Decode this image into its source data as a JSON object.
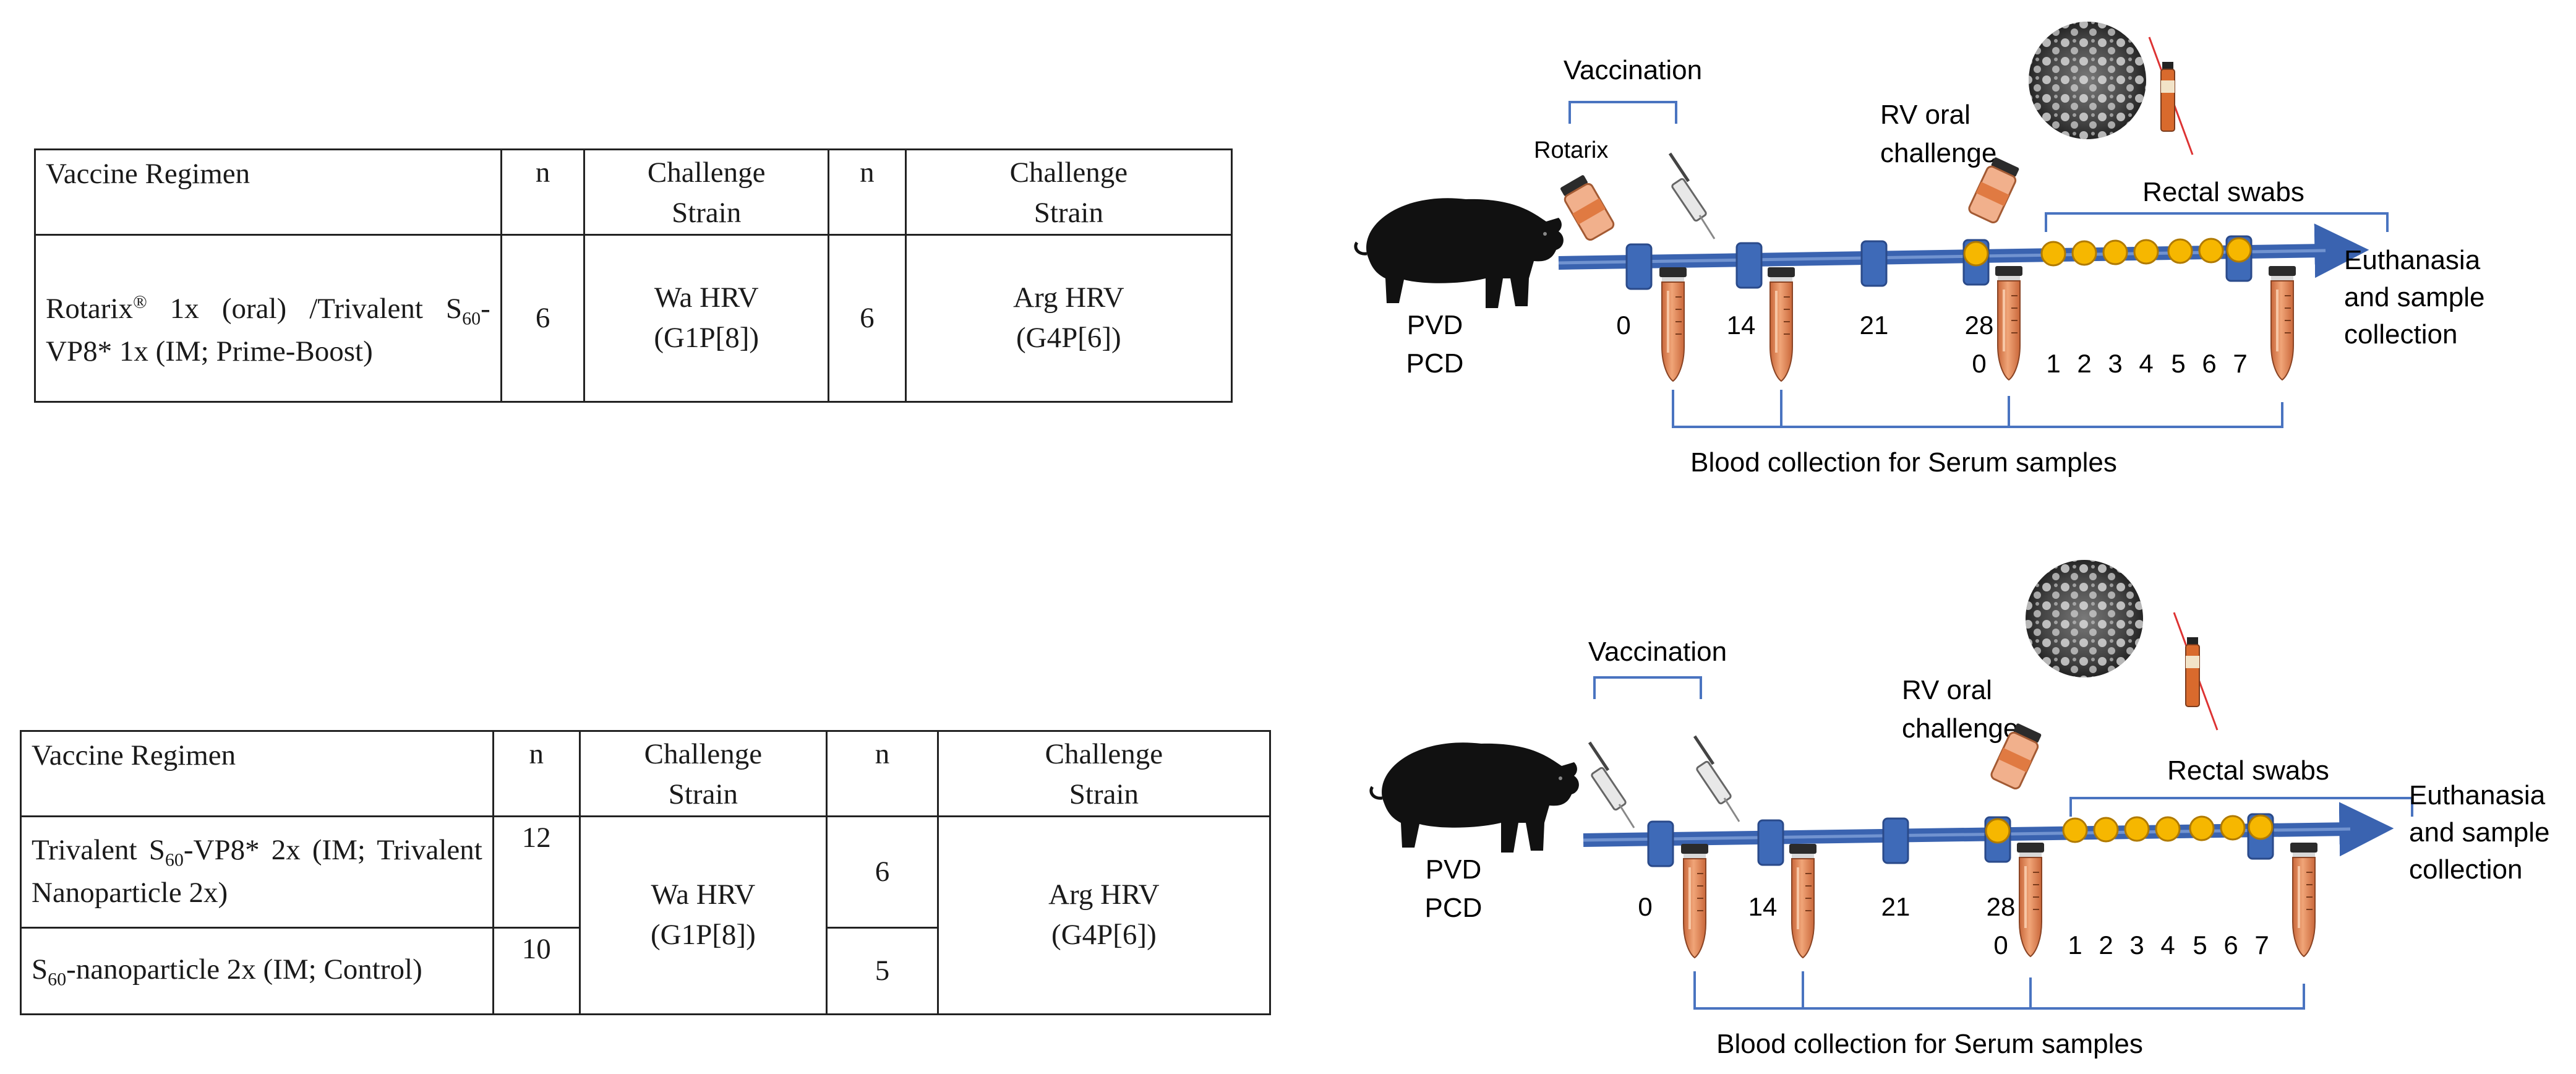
{
  "table1": {
    "headers": [
      "Vaccine Regimen",
      "n",
      "Challenge Strain",
      "n",
      "Challenge Strain"
    ],
    "header_strain_line1": "Challenge",
    "header_strain_line2": "Strain",
    "row": {
      "regimen_a": "Rotarix",
      "regimen_reg": "®",
      "regimen_b": " 1x (oral) /Trivalent ",
      "regimen_c": "S",
      "regimen_sub": "60",
      "regimen_d": "-VP8* 1x (IM; Prime-Boost)",
      "n1": "6",
      "strain1_line1": "Wa HRV",
      "strain1_line2": "(G1P[8])",
      "n2": "6",
      "strain2_line1": "Arg HRV",
      "strain2_line2": "(G4P[6])"
    }
  },
  "table2": {
    "headers": [
      "Vaccine Regimen",
      "n",
      "Challenge Strain",
      "n",
      "Challenge Strain"
    ],
    "header_strain_line1": "Challenge",
    "header_strain_line2": "Strain",
    "rows": [
      {
        "regimen_a": "Trivalent ",
        "regimen_b": "S",
        "regimen_sub": "60",
        "regimen_c": "-VP8* 2x (IM; Trivalent Nanoparticle 2x)",
        "n1": "12",
        "n2": "6"
      },
      {
        "regimen_b": "S",
        "regimen_sub": "60",
        "regimen_c": "-nanoparticle 2x (IM; Control)",
        "n1": "10",
        "n2": "5"
      }
    ],
    "strain1_line1": "Wa HRV",
    "strain1_line2": "(G1P[8])",
    "strain2_line1": "Arg HRV",
    "strain2_line2": "(G4P[6])"
  },
  "timeline1": {
    "vaccination_label": "Vaccination",
    "rotarix_label": "Rotarix",
    "challenge_line1": "RV oral",
    "challenge_line2": "challenge",
    "rectal_swabs_label": "Rectal swabs",
    "end_line1": "Euthanasia",
    "end_line2": "and sample",
    "end_line3": "collection",
    "pig_line1": "PVD",
    "pig_line2": "PCD",
    "day_labels": [
      "0",
      "14",
      "21",
      "28"
    ],
    "pcd_labels": [
      "0",
      "1",
      "2",
      "3",
      "4",
      "5",
      "6",
      "7"
    ],
    "blood_label": "Blood collection for Serum samples"
  },
  "timeline2": {
    "vaccination_label": "Vaccination",
    "challenge_line1": "RV oral",
    "challenge_line2": "challenge",
    "rectal_swabs_label": "Rectal swabs",
    "end_line1": "Euthanasia",
    "end_line2": "and sample",
    "end_line3": "collection",
    "pig_line1": "PVD",
    "pig_line2": "PCD",
    "day_labels": [
      "0",
      "14",
      "21",
      "28"
    ],
    "pcd_labels": [
      "0",
      "1",
      "2",
      "3",
      "4",
      "5",
      "6",
      "7"
    ],
    "blood_label": "Blood collection for Serum samples"
  },
  "colors": {
    "timeline_blue": "#3a63b0",
    "marker_blue": "#3e6ab8",
    "swab_yellow": "#f6b700",
    "tube_orange": "#e37e4a",
    "bracket_blue": "#4a74c0"
  }
}
